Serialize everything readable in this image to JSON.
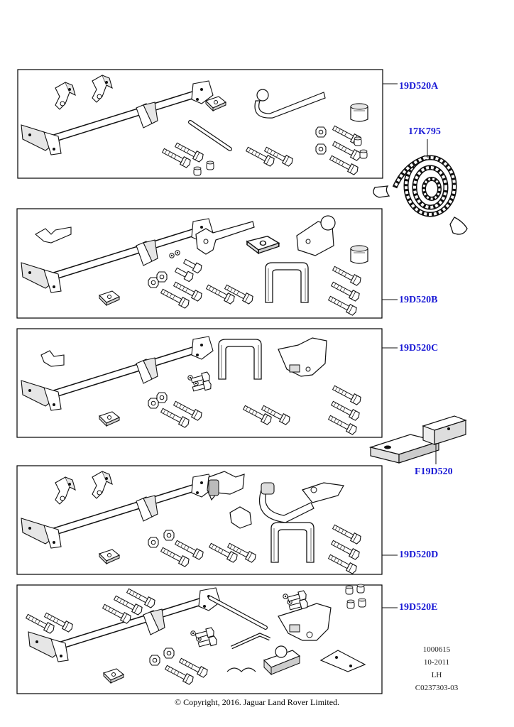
{
  "callouts": {
    "kit_a": "19D520A",
    "tow_rope": "17K795",
    "kit_b": "19D520B",
    "kit_c": "19D520C",
    "receiver": "F19D520",
    "kit_d": "19D520D",
    "kit_e": "19D520E"
  },
  "meta": {
    "number": "1000615",
    "date": "10-2011",
    "side": "LH",
    "code": "C0237303-03"
  },
  "copyright": "© Copyright, 2016. Jaguar Land Rover Limited.",
  "colors": {
    "callout": "#1a1ad6",
    "line": "#111111",
    "shade": "#d9d9d9"
  }
}
